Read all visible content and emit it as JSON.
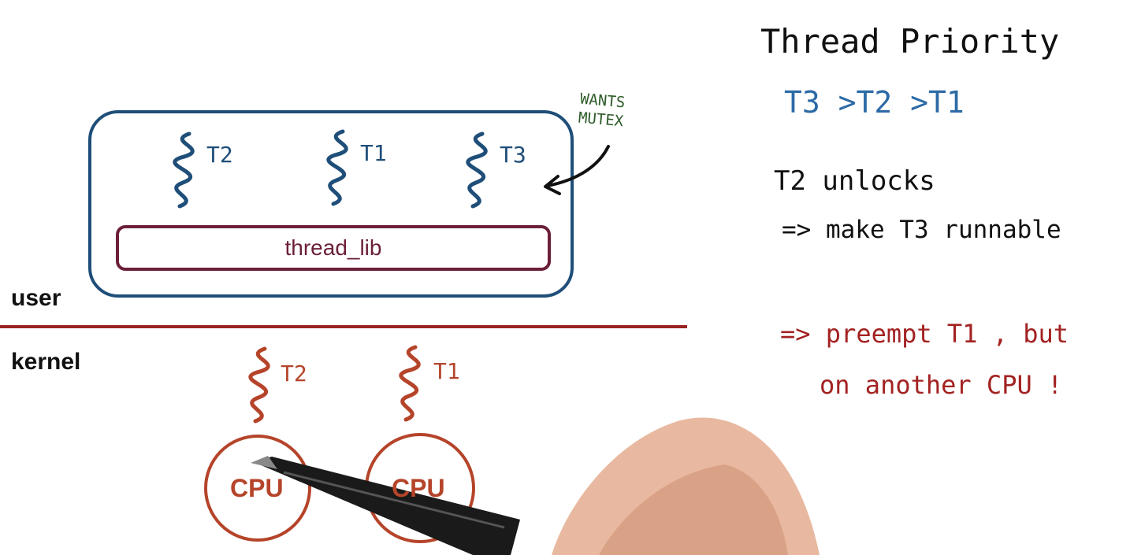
{
  "diagram": {
    "user_label": "user",
    "kernel_label": "kernel",
    "thread_lib": "thread_lib",
    "user_threads": [
      "T2",
      "T1",
      "T3"
    ],
    "kernel_threads": [
      "T2",
      "T1"
    ],
    "cpus": [
      "CPU",
      "CPU"
    ],
    "annotation_line1": "WANTS",
    "annotation_line2": "MUTEX"
  },
  "notes": {
    "title": "Thread Priority",
    "priority_order": "T3 >T2 >T1",
    "line1": "T2 unlocks",
    "line2": "=> make T3 runnable",
    "line3": "=> preempt T1 , but",
    "line4": "on another CPU !"
  },
  "colors": {
    "user_space": "#1f4e79",
    "thread_lib": "#6b1f3a",
    "kernel": "#b5442a",
    "divider": "#9b2222",
    "annotation": "#2f5c2a",
    "priority": "#2c6aa6",
    "warning": "#a32222"
  }
}
